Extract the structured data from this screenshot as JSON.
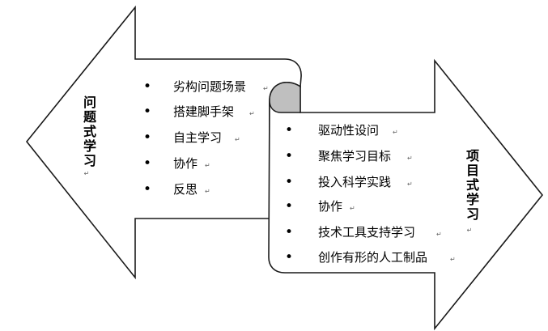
{
  "left_arrow": {
    "title_chars": [
      "问",
      "题",
      "式",
      "学",
      "习"
    ],
    "items": [
      {
        "text": "劣构问题场景"
      },
      {
        "text": "搭建脚手架"
      },
      {
        "text": "自主学习"
      },
      {
        "text": "协作"
      },
      {
        "text": "反思"
      }
    ]
  },
  "right_arrow": {
    "title_chars": [
      "项",
      "目",
      "式",
      "学",
      "习"
    ],
    "items": [
      {
        "text": "驱动性设问"
      },
      {
        "text": "聚焦学习目标"
      },
      {
        "text": "投入科学实践"
      },
      {
        "text": "协作"
      },
      {
        "text": "技术工具支持学习"
      },
      {
        "text": "创作有形的人工制品"
      }
    ]
  },
  "glyphs": {
    "bullet": "•",
    "paragraph_mark": "↵"
  }
}
